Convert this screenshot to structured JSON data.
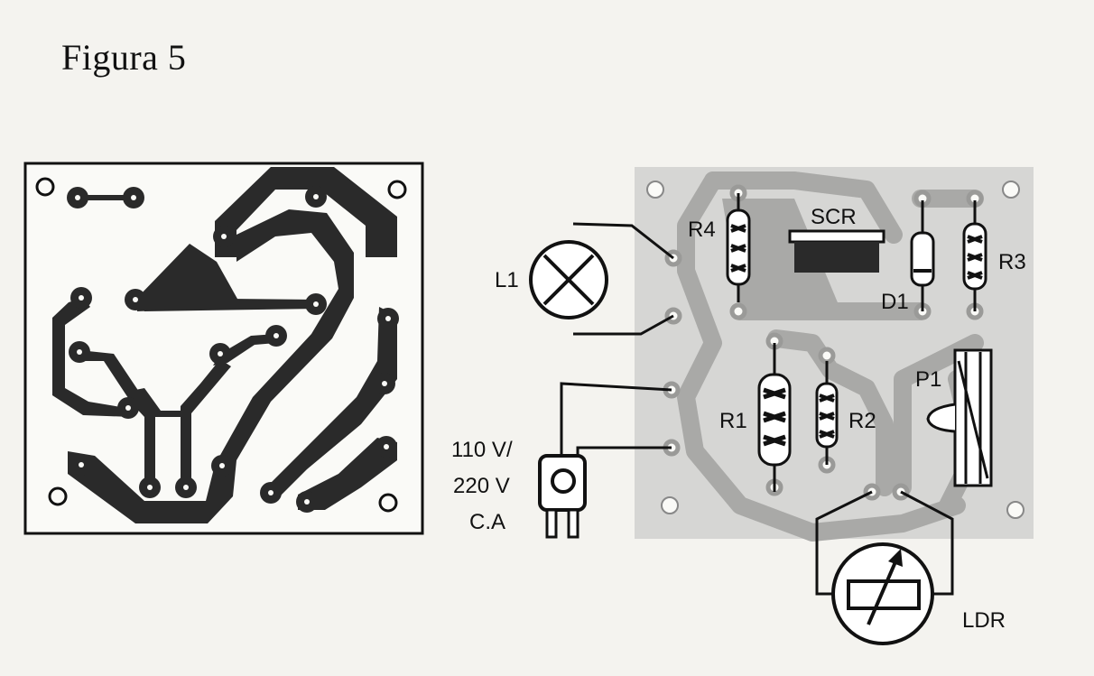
{
  "figure": {
    "title": "Figura 5"
  },
  "labels": {
    "lamp": "L1",
    "scr": "SCR",
    "r4": "R4",
    "r3": "R3",
    "d1": "D1",
    "r1": "R1",
    "r2": "R2",
    "p1": "P1",
    "ldr": "LDR",
    "power_line1": "110 V/",
    "power_line2": "220 V",
    "power_line3": "C.A"
  },
  "colors": {
    "copper": "#2a2a2a",
    "board_outline": "#111111",
    "overlay_board": "#d6d6d4",
    "overlay_trace": "#a9a9a7",
    "ink": "#111111"
  }
}
